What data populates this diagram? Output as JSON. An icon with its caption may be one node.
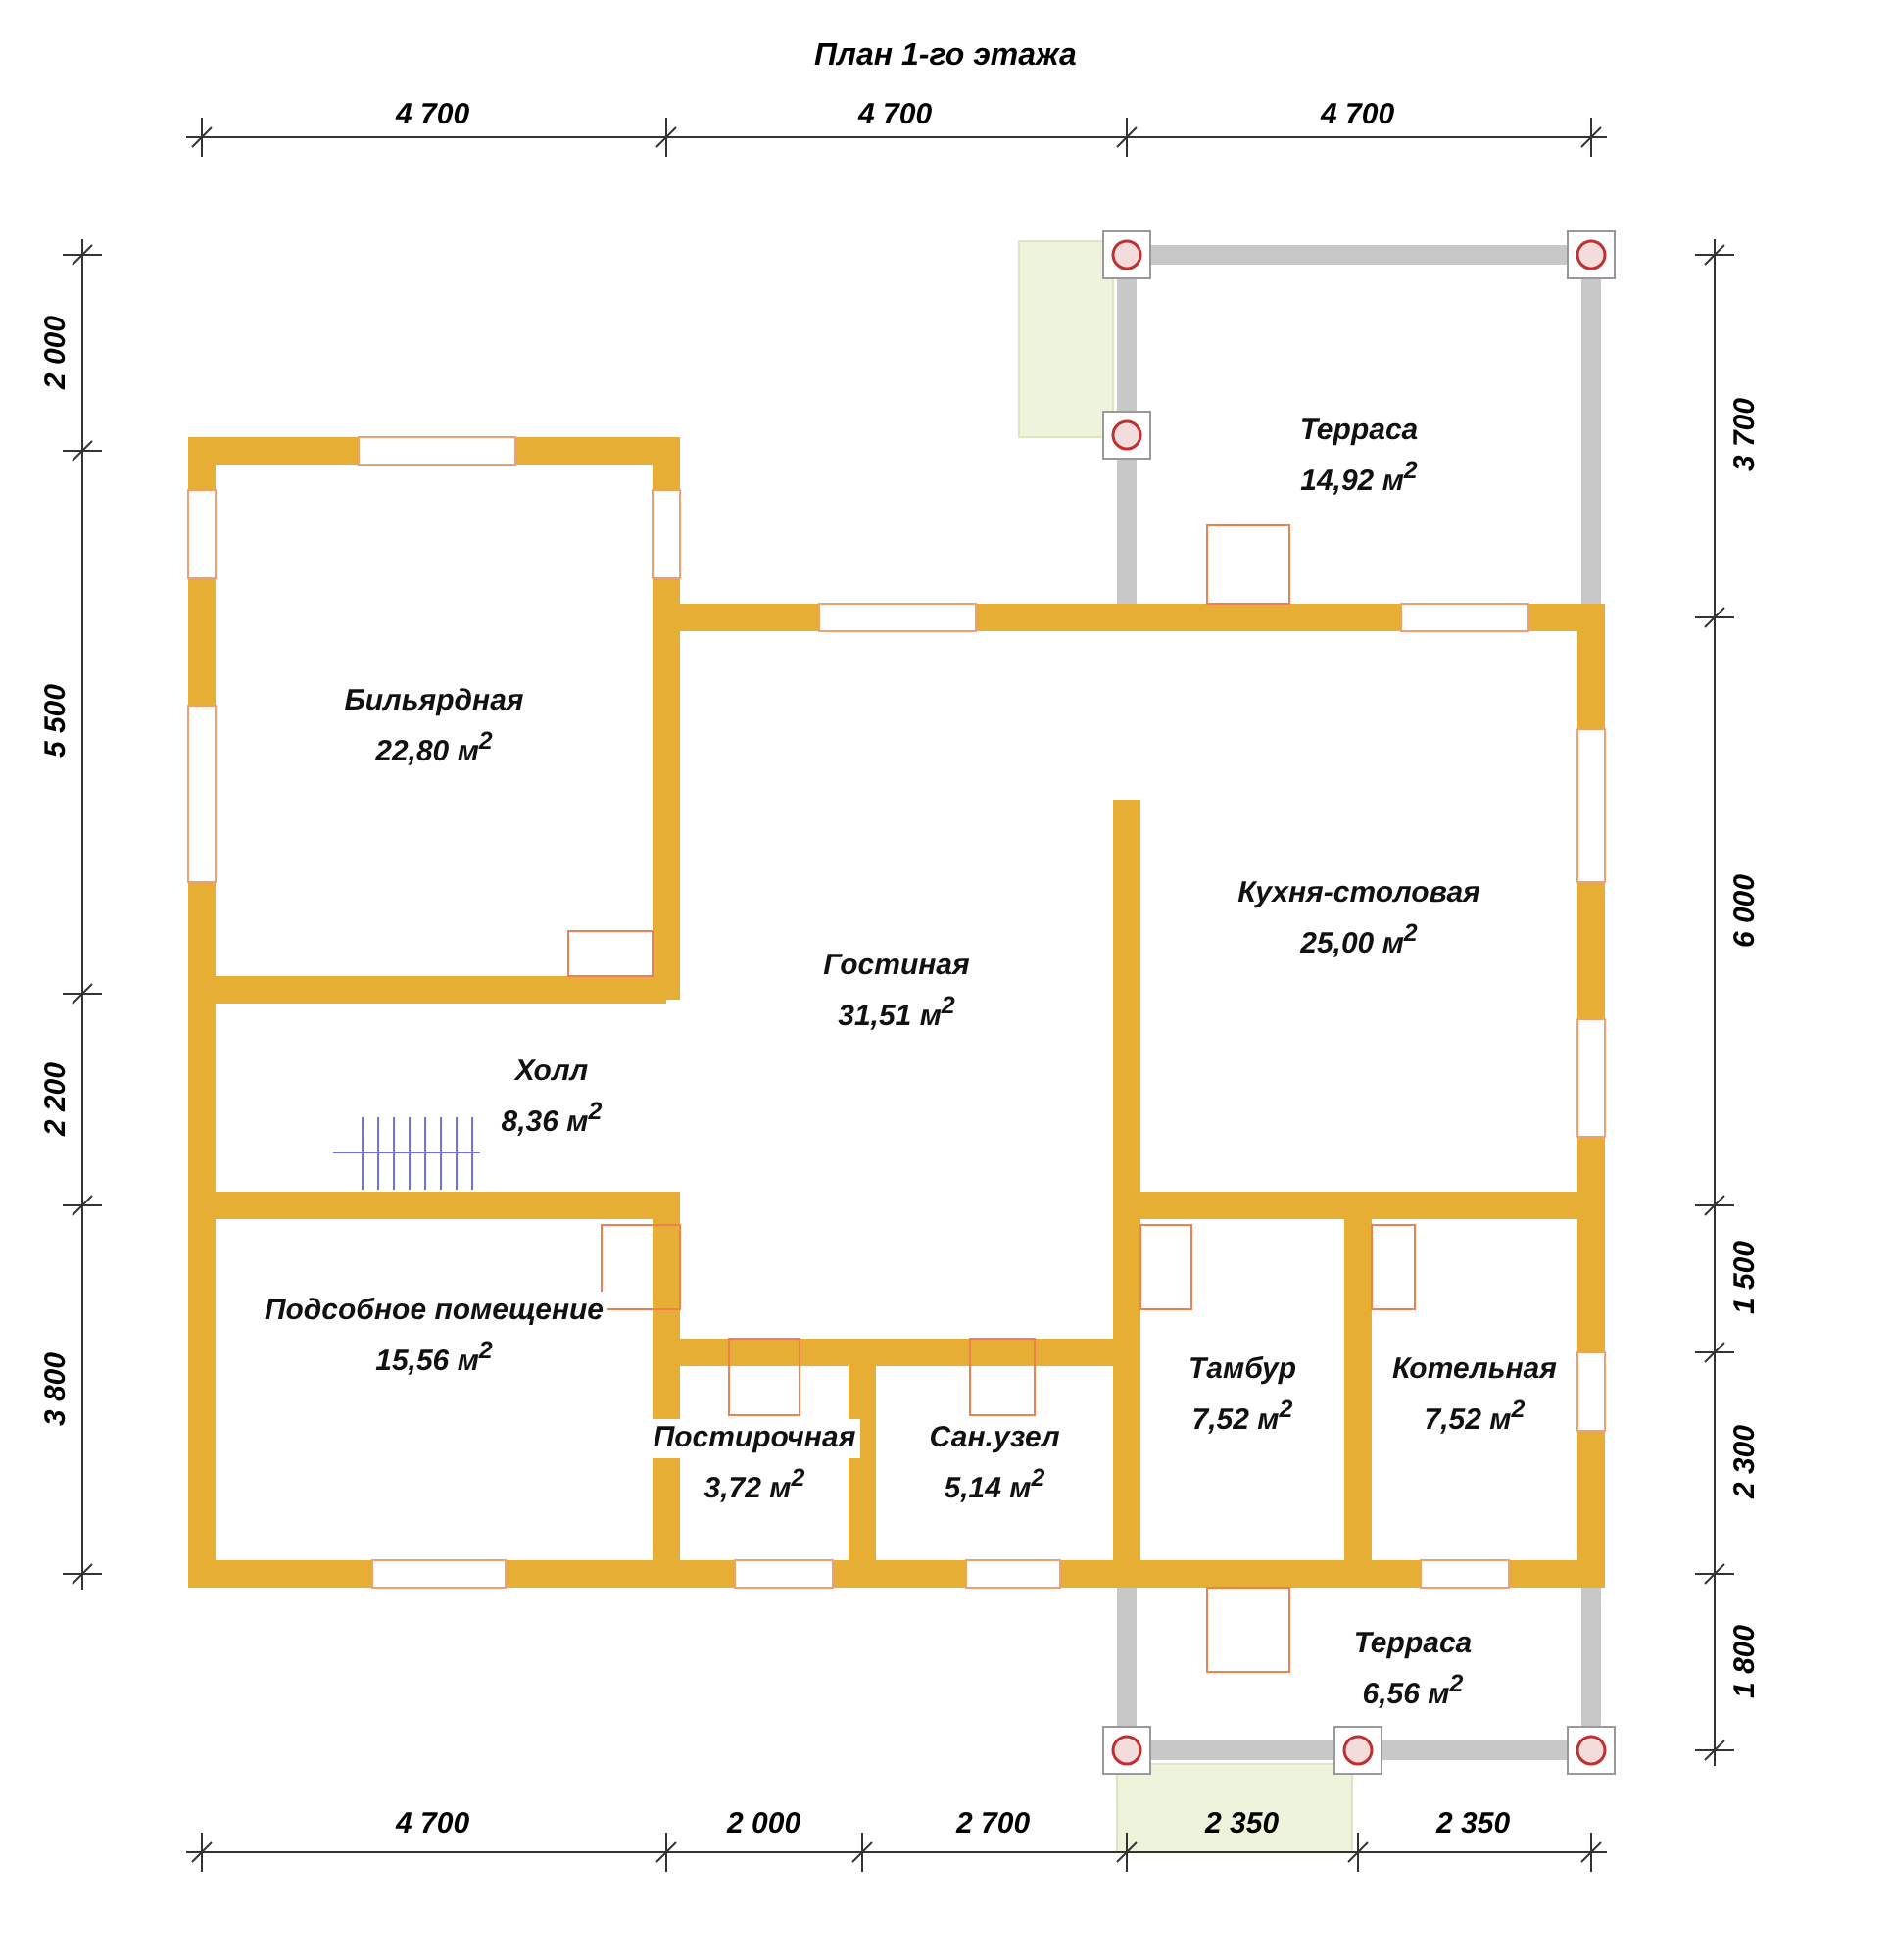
{
  "diagram": {
    "title": "План 1-го этажа",
    "nodes": [
      {
        "text": [
          "Терраса",
          "14,92 м$^{2}$"
        ]
      },
      {
        "text": [
          "Бильярдная",
          "22,80 м$^{2}$"
        ]
      },
      {
        "text": [
          "Кухня-столовая",
          "25,00 м$^{2}$"
        ]
      },
      {
        "text": [
          "Гостиная",
          "31,51 м$^{2}$"
        ]
      },
      {
        "text": [
          "Холл",
          "8,36 м$^{2}$"
        ]
      },
      {
        "text": [
          "Подсобное помещение",
          "15,56 м$^{2}$"
        ]
      },
      {
        "text": [
          "Тамбур",
          "7,52 м$^{2}$"
        ]
      },
      {
        "text": [
          "Котельная",
          "7,52 м$^{2}$"
        ]
      },
      {
        "text": [
          "Постирочная",
          "3,72 м$^{2}$"
        ]
      },
      {
        "text": [
          "Сан.узел",
          "5,14 м$^{2}$"
        ]
      },
      {
        "text": [
          "Терраса",
          "6,56 м$^{2}$"
        ]
      }
    ],
    "labels": [
      "4 700",
      "4 700",
      "4 700",
      "2 000",
      "5 500",
      "2 200",
      "3 800",
      "3 700",
      "6 000",
      "1 500",
      "2 300",
      "1 800",
      "4 700",
      "2 000",
      "2 700",
      "2 350",
      "2 350"
    ]
  }
}
